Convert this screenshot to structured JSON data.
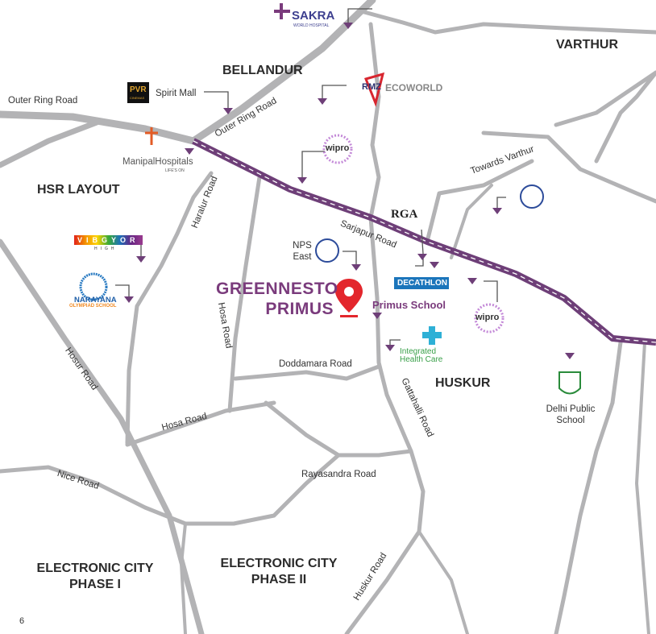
{
  "areas": {
    "bellandur": "BELLANDUR",
    "varthur": "VARTHUR",
    "hsr": "HSR LAYOUT",
    "huskur": "HUSKUR",
    "ec1_line1": "ELECTRONIC CITY",
    "ec1_line2": "PHASE I",
    "ec2_line1": "ELECTRONIC CITY",
    "ec2_line2": "PHASE II"
  },
  "roads": {
    "outer_ring_left": "Outer Ring Road",
    "outer_ring": "Outer Ring Road",
    "haralur": "Haralur Road",
    "hosa_vertical": "Hosa Road",
    "hosa": "Hosa Road",
    "hosur": "Hosur Road",
    "nice": "Nice Road",
    "sarjapur": "Sarjapur Road",
    "towards_varthur": "Towards Varthur",
    "doddamara": "Doddamara Road",
    "gattahalli": "Gattahalli Road",
    "rayasandra": "Rayasandra Road",
    "huskur": "Huskur Road"
  },
  "project": {
    "line1": "GREENNESTO",
    "line2": "PRIMUS",
    "color": "#7a3b7c"
  },
  "pois": {
    "sakra": "SAKRA",
    "sakra_sub": "WORLD HOSPITAL",
    "pvr": "PVR",
    "pvr_sub": "CINEMAS",
    "spirit_mall": "Spirit Mall",
    "rmz": "RMZ",
    "ecoworld": "ECOWORLD",
    "manipal": "ManipalHospitals",
    "manipal_sub": "LIFE'S ON",
    "wipro1": "wipro",
    "wipro2": "wipro",
    "rga": "RGA",
    "nps_line1": "NPS",
    "nps_line2": "East",
    "decathlon": "DECATHLON",
    "primus_school": "Primus School",
    "vibgyor": "VIBGYOR",
    "vibgyor_sub": "HIGH",
    "narayana": "NARAYANA",
    "narayana_sub": "OLYMPIAD SCHOOL",
    "manipal_integrated_line1": "Integrated",
    "manipal_integrated_line2": "Health Care",
    "dps_line1": "Delhi Public",
    "dps_line2": "School"
  },
  "page_number": "6",
  "colors": {
    "road": "#b3b3b5",
    "sarjapur": "#6e3f78",
    "marker": "#6e3f78",
    "pin": "#e3262c"
  }
}
